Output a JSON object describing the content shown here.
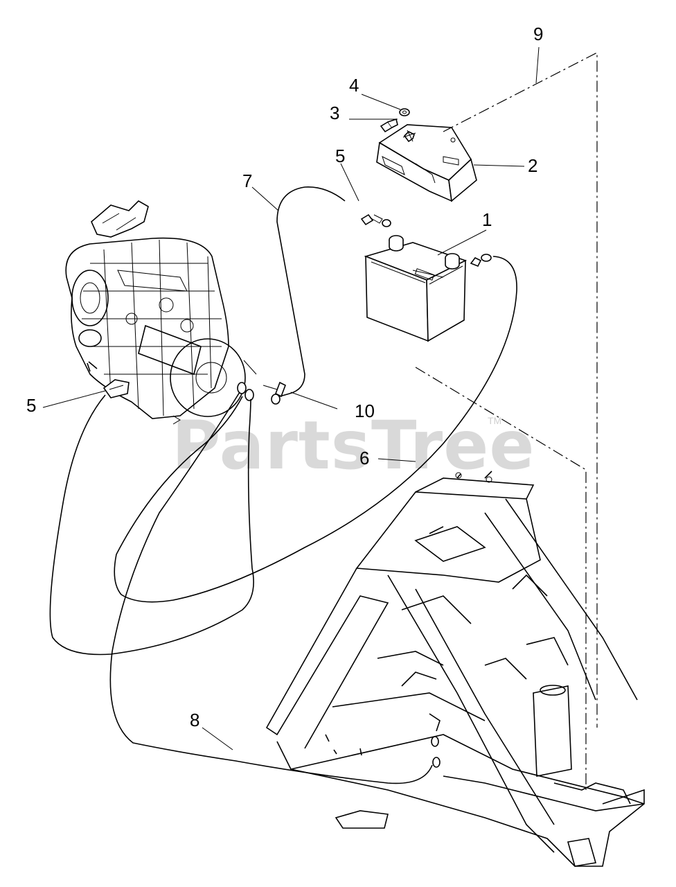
{
  "callouts": [
    "1",
    "2",
    "3",
    "4",
    "5",
    "5",
    "6",
    "7",
    "8",
    "9",
    "10"
  ],
  "watermark": {
    "text": "PartsTree",
    "mark": "TM"
  },
  "colors": {
    "line": "#000000",
    "background": "#ffffff",
    "watermark": "#d9d9d9"
  }
}
